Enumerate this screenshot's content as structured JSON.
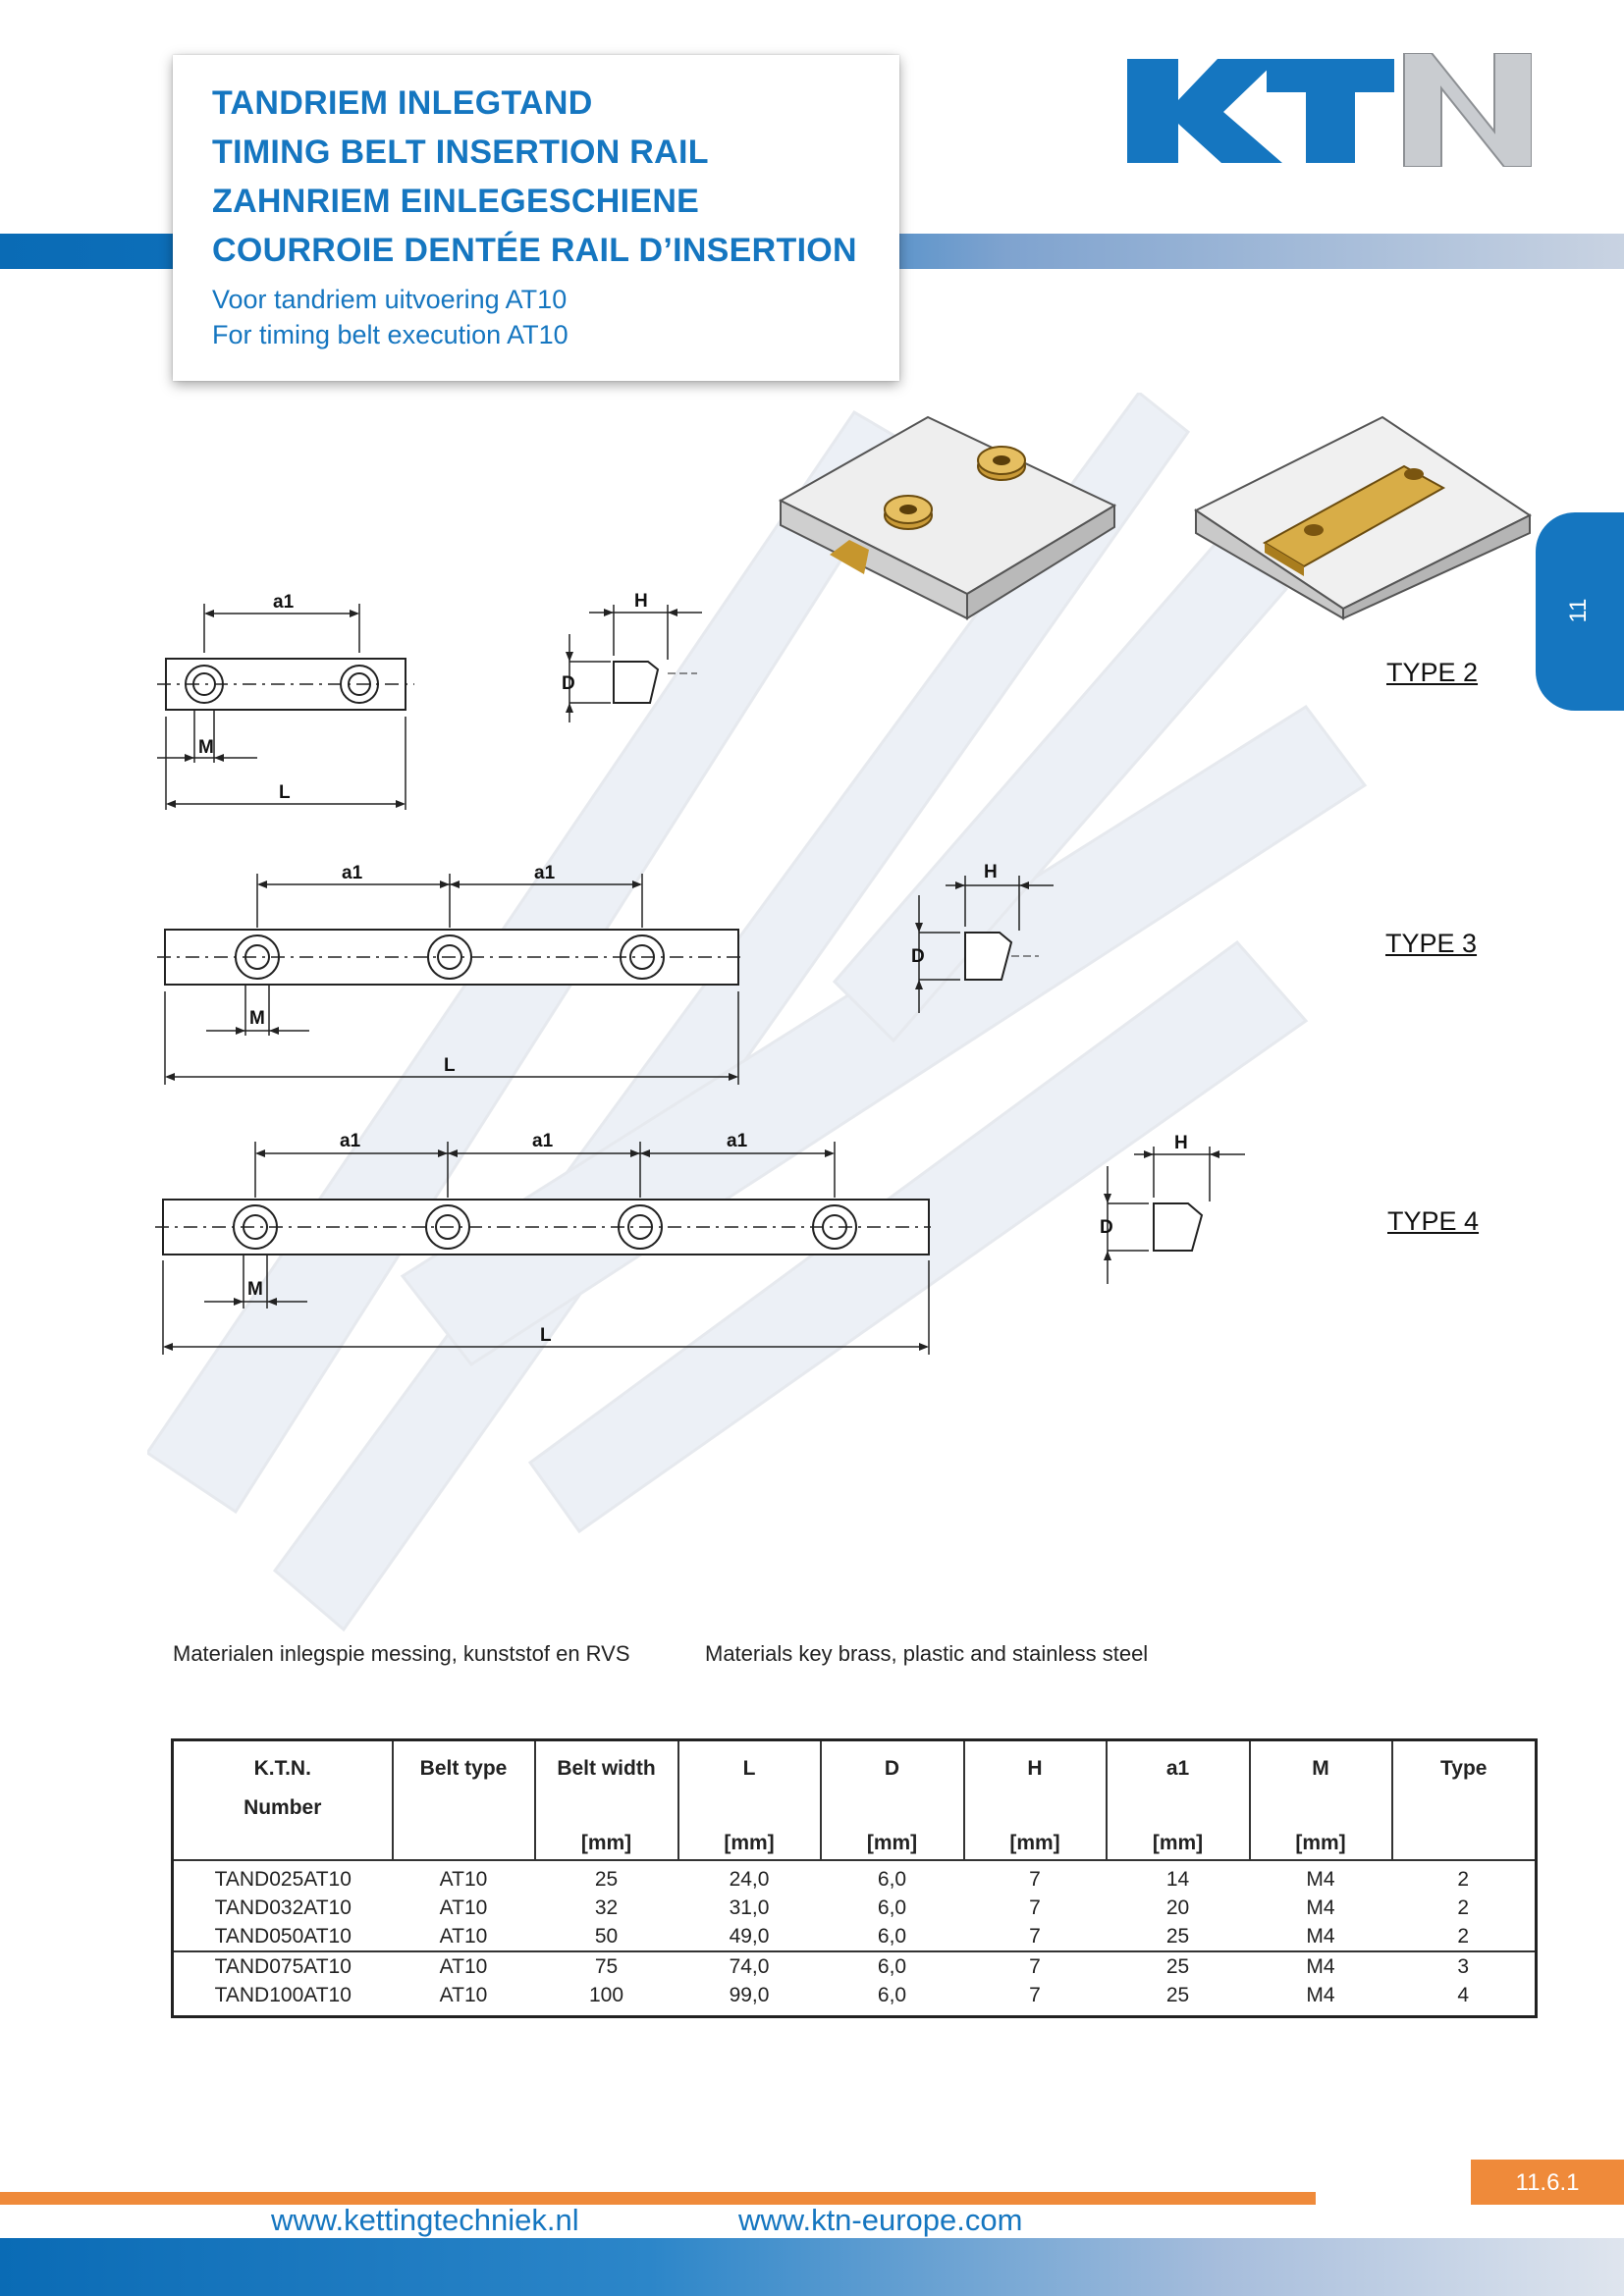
{
  "header": {
    "titles": [
      "TANDRIEM INLEGTAND",
      "TIMING BELT INSERTION RAIL",
      "ZAHNRIEM EINLEGESCHIENE",
      "COURROIE DENTÉE RAIL D’INSERTION"
    ],
    "subtitles": [
      "Voor tandriem uitvoering AT10",
      "For timing belt execution AT10"
    ]
  },
  "logo": {
    "text": "KTN",
    "colors": {
      "blue": "#1576c0",
      "grey": "#c9ccd0"
    }
  },
  "page_tab": {
    "label": "11"
  },
  "types": [
    "TYPE 2",
    "TYPE 3",
    "TYPE 4"
  ],
  "dims": {
    "a1": "a1",
    "M": "M",
    "L": "L",
    "D": "D",
    "H": "H"
  },
  "materials": {
    "nl": "Materialen inlegspie messing, kunststof en RVS",
    "en": "Materials key brass, plastic and stainless steel"
  },
  "table": {
    "headers": [
      {
        "line1": "K.T.N.",
        "line2": "Number",
        "unit": ""
      },
      {
        "line1": "Belt type",
        "line2": "",
        "unit": ""
      },
      {
        "line1": "Belt width",
        "line2": "",
        "unit": "[mm]"
      },
      {
        "line1": "L",
        "line2": "",
        "unit": "[mm]"
      },
      {
        "line1": "D",
        "line2": "",
        "unit": "[mm]"
      },
      {
        "line1": "H",
        "line2": "",
        "unit": "[mm]"
      },
      {
        "line1": "a1",
        "line2": "",
        "unit": "[mm]"
      },
      {
        "line1": "M",
        "line2": "",
        "unit": "[mm]"
      },
      {
        "line1": "Type",
        "line2": "",
        "unit": ""
      }
    ],
    "rows": [
      [
        "TAND025AT10",
        "AT10",
        "25",
        "24,0",
        "6,0",
        "7",
        "14",
        "M4",
        "2"
      ],
      [
        "TAND032AT10",
        "AT10",
        "32",
        "31,0",
        "6,0",
        "7",
        "20",
        "M4",
        "2"
      ],
      [
        "TAND050AT10",
        "AT10",
        "50",
        "49,0",
        "6,0",
        "7",
        "25",
        "M4",
        "2"
      ],
      [
        "TAND075AT10",
        "AT10",
        "75",
        "74,0",
        "6,0",
        "7",
        "25",
        "M4",
        "3"
      ],
      [
        "TAND100AT10",
        "AT10",
        "100",
        "99,0",
        "6,0",
        "7",
        "25",
        "M4",
        "4"
      ]
    ]
  },
  "footer": {
    "page_number": "11.6.1",
    "links": [
      "www.kettingtechniek.nl",
      "www.ktn-europe.com"
    ]
  }
}
